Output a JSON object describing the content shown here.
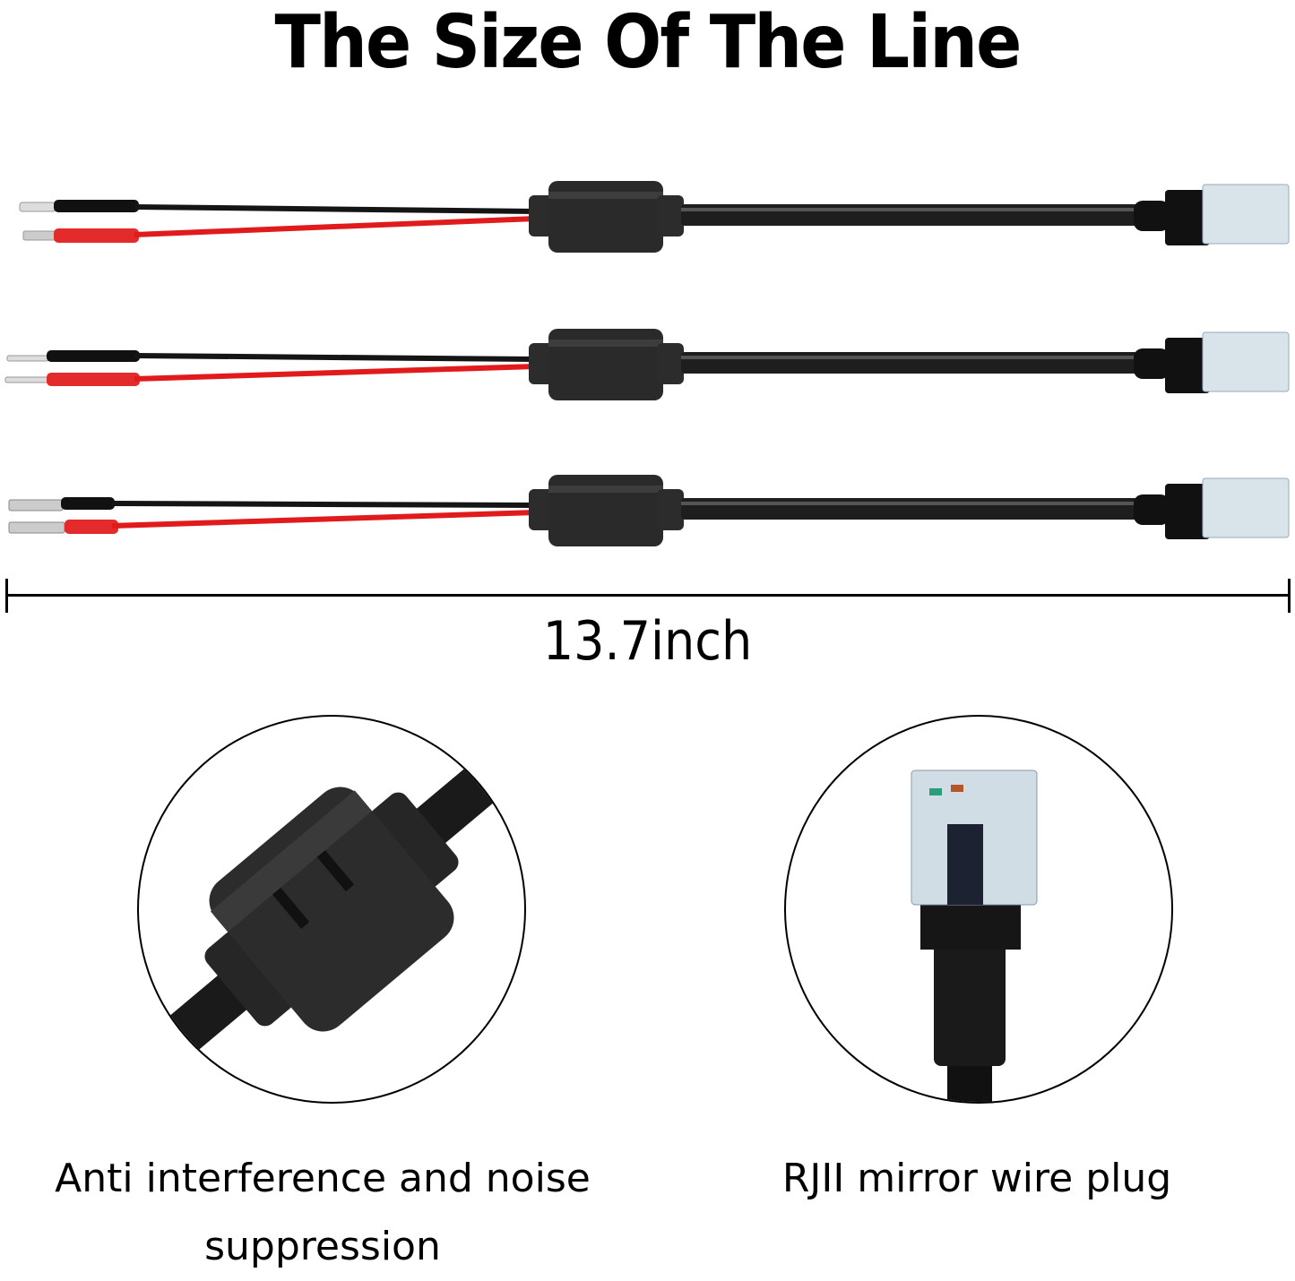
{
  "title": "The Size Of The Line",
  "dimension": {
    "label": "13.7inch"
  },
  "cables": [
    {
      "id": "cable-1",
      "terminal_type": "fork-spade",
      "wire_colors": [
        "#111111",
        "#e11b1b"
      ]
    },
    {
      "id": "cable-2",
      "terminal_type": "pin",
      "wire_colors": [
        "#111111",
        "#e11b1b"
      ]
    },
    {
      "id": "cable-3",
      "terminal_type": "crimp-pin",
      "wire_colors": [
        "#111111",
        "#e11b1b"
      ]
    }
  ],
  "details": [
    {
      "caption_line1": "Anti interference and noise",
      "caption_line2": "suppression",
      "subject": "ferrite-core"
    },
    {
      "caption_line1": "RJII mirror wire plug",
      "caption_line2": "",
      "subject": "rj11-plug"
    }
  ],
  "colors": {
    "wire_black": "#111111",
    "wire_red": "#e11b1b",
    "ferrite": "#2a2a2a",
    "background": "#ffffff"
  }
}
